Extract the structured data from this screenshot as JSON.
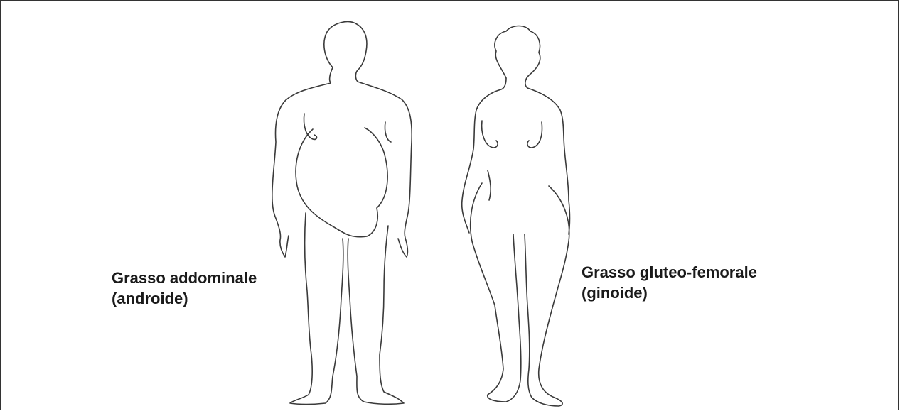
{
  "figure": {
    "android_caption": {
      "line1": "Grasso addominale",
      "line2": "(androide)"
    },
    "gynoid_caption": {
      "line1": "Grasso gluteo-femorale",
      "line2": "(ginoide)"
    },
    "colors": {
      "outline": "#3a3a3a",
      "text": "#1a1a1a",
      "frame": "#333333",
      "background": "#ffffff"
    }
  }
}
